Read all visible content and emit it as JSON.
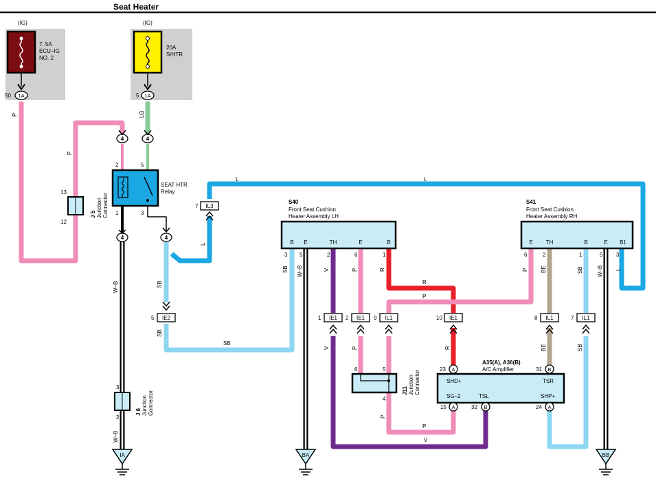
{
  "title": "Seat Heater",
  "fuses": [
    {
      "supply": "(IG)",
      "rating": "7. 5A",
      "name_line1": "ECU–IG",
      "name_line2": "NO. 2",
      "pin": "50",
      "connector": "1A",
      "color": "#7a0c12"
    },
    {
      "supply": "(IG)",
      "rating": "20A",
      "name_line1": "S/HTR",
      "name_line2": "",
      "pin": "5",
      "connector": "1A",
      "color": "#ffef00"
    }
  ],
  "relay": {
    "label_line1": "SEAT HTR",
    "label_line2": "Relay",
    "pins": [
      "2",
      "5",
      "1",
      "3"
    ]
  },
  "junction_j5": {
    "id": "J 5",
    "type_line1": "Junction",
    "type_line2": "Connector",
    "pins": [
      "13",
      "12"
    ]
  },
  "junction_j6": {
    "id": "J 6",
    "type_line1": "Junction",
    "type_line2": "Connector",
    "pins": [
      "3",
      "2"
    ]
  },
  "junction_j11": {
    "id": "J11",
    "type_line1": "Junction",
    "type_line2": "Connector",
    "pins": [
      "6",
      "5",
      "4"
    ]
  },
  "connector_4": "4",
  "il3": {
    "pin": "7",
    "name": "IL3"
  },
  "ie2": {
    "pin": "5",
    "name": "IE2"
  },
  "seat_lh": {
    "id": "S40",
    "name_line1": "Front Seat Cushion",
    "name_line2": "Heater Assembly LH",
    "terminals": [
      "B",
      "E",
      "TH",
      "E",
      "B"
    ],
    "pins": [
      "3",
      "5",
      "2",
      "6",
      "1"
    ]
  },
  "seat_rh": {
    "id": "S41",
    "name_line1": "Front Seat Cushion",
    "name_line2": "Heater Assembly RH",
    "terminals": [
      "E",
      "TH",
      "B",
      "E",
      "B1"
    ],
    "pins": [
      "6",
      "2",
      "1",
      "5",
      "3"
    ]
  },
  "mid_connectors": [
    {
      "pin": "1",
      "name": "IE1"
    },
    {
      "pin": "2",
      "name": "IE1"
    },
    {
      "pin": "9",
      "name": "IL1"
    },
    {
      "pin": "10",
      "name": "IE1"
    },
    {
      "pin": "8",
      "name": "IL1"
    },
    {
      "pin": "7",
      "name": "IL1"
    }
  ],
  "amplifier": {
    "id": "A35(A), A36(B)",
    "name": "A/C Amplifier",
    "terminals": [
      "SHD+",
      "TSR",
      "SG–2",
      "TSL",
      "SHP+"
    ],
    "pins": [
      {
        "num": "23",
        "conn": "A"
      },
      {
        "num": "31",
        "conn": "B"
      },
      {
        "num": "15",
        "conn": "A"
      },
      {
        "num": "32",
        "conn": "B"
      },
      {
        "num": "24",
        "conn": "A"
      }
    ]
  },
  "grounds": [
    "IA",
    "BA",
    "BB"
  ],
  "wire_labels": {
    "P": "P",
    "LG": "LG",
    "L": "L",
    "SB": "SB",
    "WB": "W–B",
    "V": "V",
    "R": "R",
    "BE": "BE"
  },
  "colors": {
    "pink": "#f08cb8",
    "green": "#86cc96",
    "blue": "#1aa7e2",
    "skyblue": "#8cd6f2",
    "red": "#e8202a",
    "purple": "#6e2a8e",
    "beige": "#b4a48e",
    "box": "#c9ecf7",
    "fuse_panel": "#d0d0d0"
  }
}
